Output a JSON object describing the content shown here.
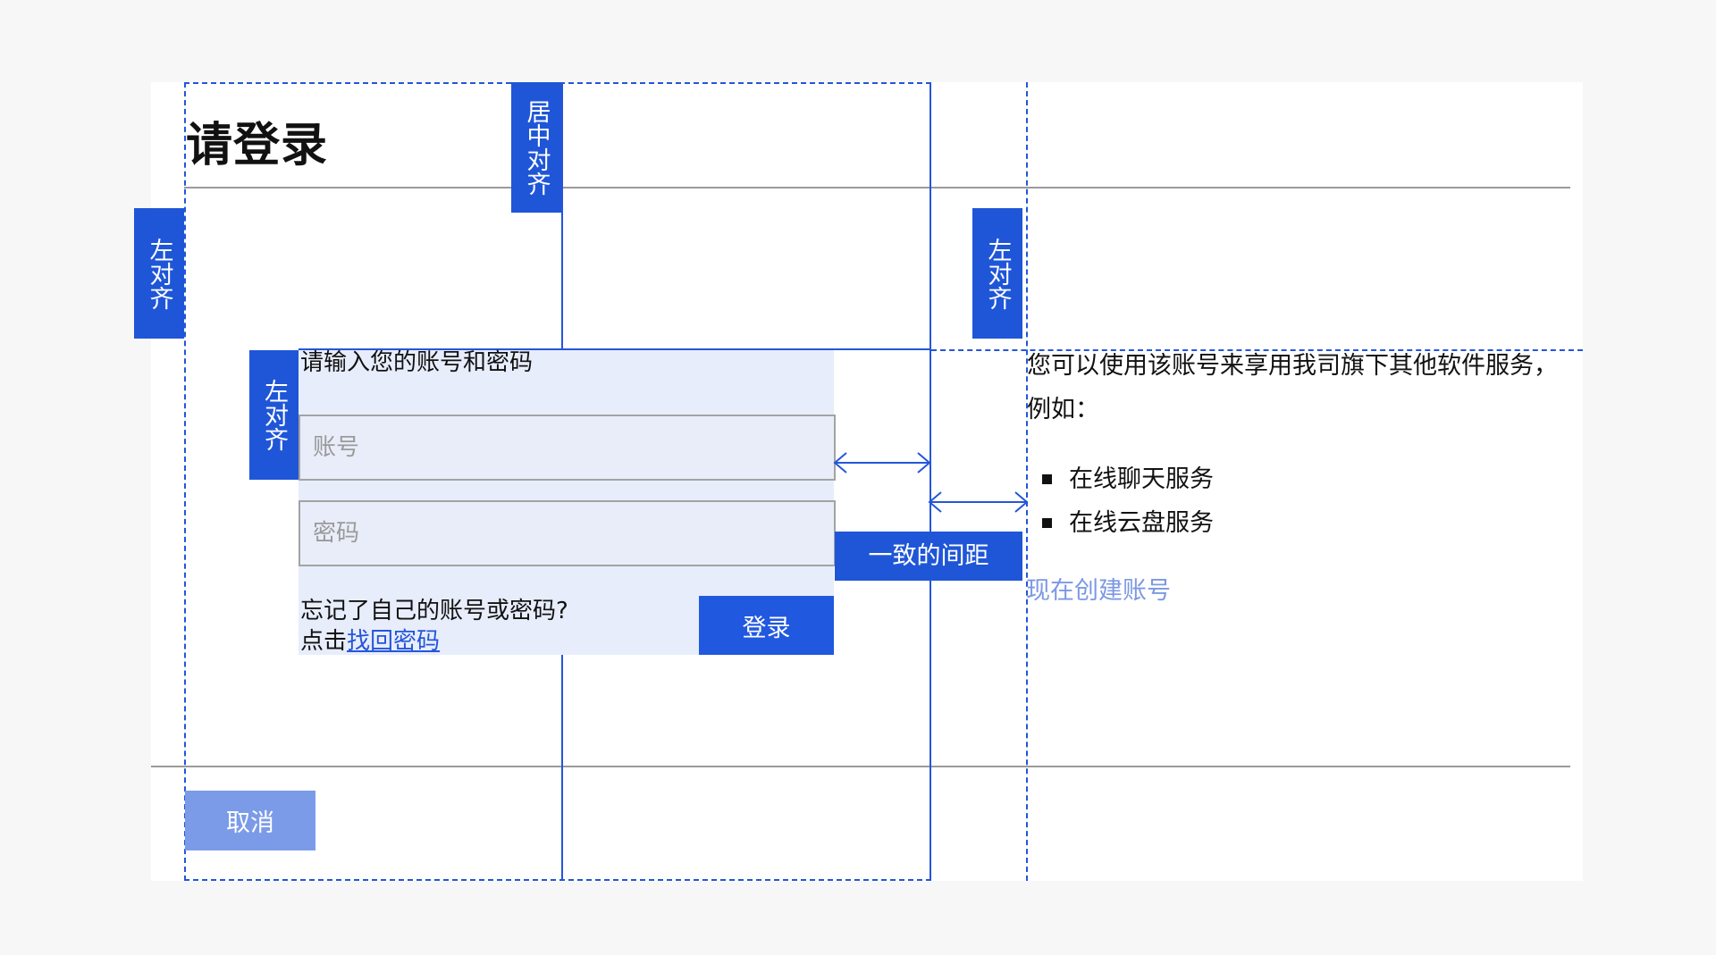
{
  "page": {
    "title": "请登录"
  },
  "form": {
    "intro": "请输入您的账号和密码",
    "account_placeholder": "账号",
    "password_placeholder": "密码",
    "forgot_line1": "忘记了自己的账号或密码?",
    "forgot_prefix": "点击",
    "forgot_link": "找回密码",
    "login_label": "登录",
    "cancel_label": "取消"
  },
  "aside": {
    "intro": "您可以使用该账号来享用我司旗下其他软件服务，例如：",
    "services": [
      "在线聊天服务",
      "在线云盘服务"
    ],
    "create_link": "现在创建账号"
  },
  "annotations": {
    "left_align": "左对齐",
    "center_align": "居中对齐",
    "consistent_spacing": "一致的间距"
  },
  "colors": {
    "accent": "#2158e0",
    "guide": "#2456d9",
    "form_background": "#e7edfb",
    "cancel": "#7b9be8",
    "link_muted": "#7c98e4"
  }
}
